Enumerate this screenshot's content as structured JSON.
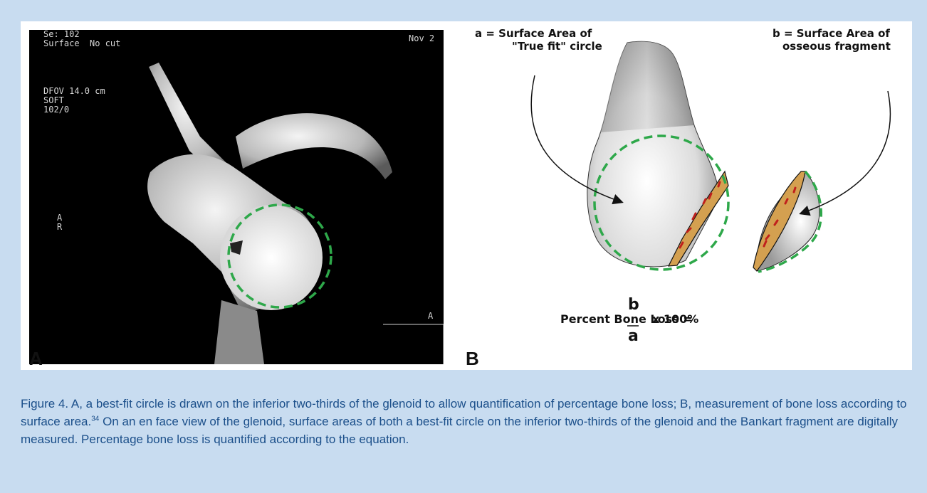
{
  "panel_a": {
    "overlay": {
      "series": "Se: 102",
      "mode": "Surface  No cut",
      "date": "Nov 2",
      "dfov": "DFOV 14.0 cm",
      "algo": "SOFT",
      "slice": "102/0",
      "orient_1": "A",
      "orient_2": "R",
      "corner": "A"
    },
    "letter": "A"
  },
  "panel_b": {
    "label_a_line1": "a = Surface Area of",
    "label_a_line2": "\"True fit\" circle",
    "label_b_line1": "b = Surface Area of",
    "label_b_line2": "osseous fragment",
    "equation_lhs": "Percent Bone Loss =",
    "numerator": "b",
    "denominator": "a",
    "equation_rhs": "x 100%",
    "letter": "B"
  },
  "colors": {
    "background": "#c8dcf0",
    "circle": "#2ea84a",
    "caption_text": "#1b4f8a",
    "fragment_fill": "#d4a050",
    "fragment_marks": "#c0201c"
  },
  "caption": {
    "text_before": "Figure 4. A, a best-fit circle is drawn on the inferior two-thirds of the glenoid to allow quantification of percentage bone loss; B, measurement of bone loss according to surface area.",
    "ref": "34",
    "text_after": " On an en face view of the glenoid, surface areas of both a best-fit circle on the inferior two-thirds of the glenoid and the Bankart fragment are digitally measured. Percentage bone loss is quantified according to the equation."
  }
}
